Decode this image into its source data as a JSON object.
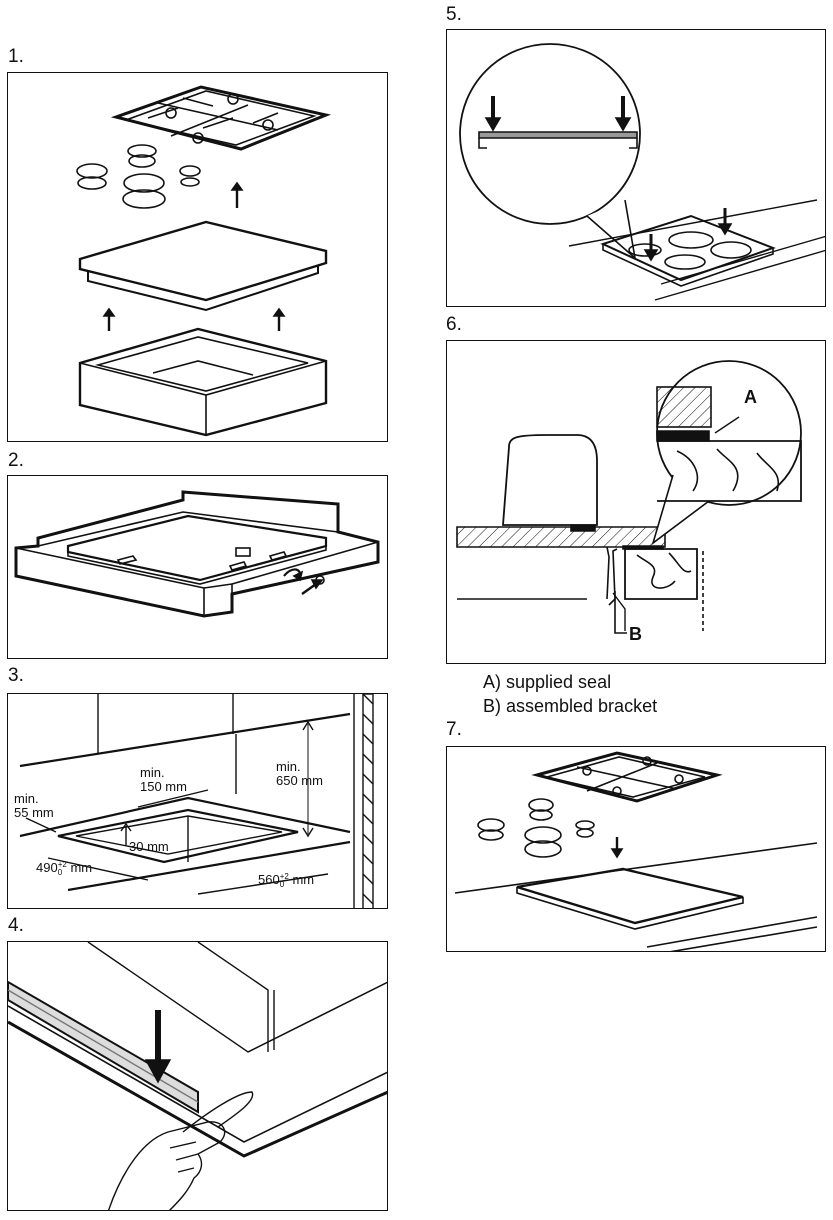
{
  "steps": [
    {
      "number": "1."
    },
    {
      "number": "2."
    },
    {
      "number": "3."
    },
    {
      "number": "4."
    },
    {
      "number": "5."
    },
    {
      "number": "6."
    },
    {
      "number": "7."
    }
  ],
  "step3": {
    "min_label_1": "min.",
    "min_val_1": "150 mm",
    "min_label_2": "min.",
    "min_val_2": "55 mm",
    "min_label_3": "min.",
    "min_val_3": "650 mm",
    "depth": "30 mm",
    "width_base": "490",
    "width_unit": "mm",
    "length_base": "560",
    "length_unit": "mm",
    "tol_sup": "+2",
    "tol_sub": "0"
  },
  "step6": {
    "label_a": "A",
    "label_b": "B"
  },
  "legend": {
    "line_a": "A) supplied seal",
    "line_b": "B) assembled bracket"
  }
}
